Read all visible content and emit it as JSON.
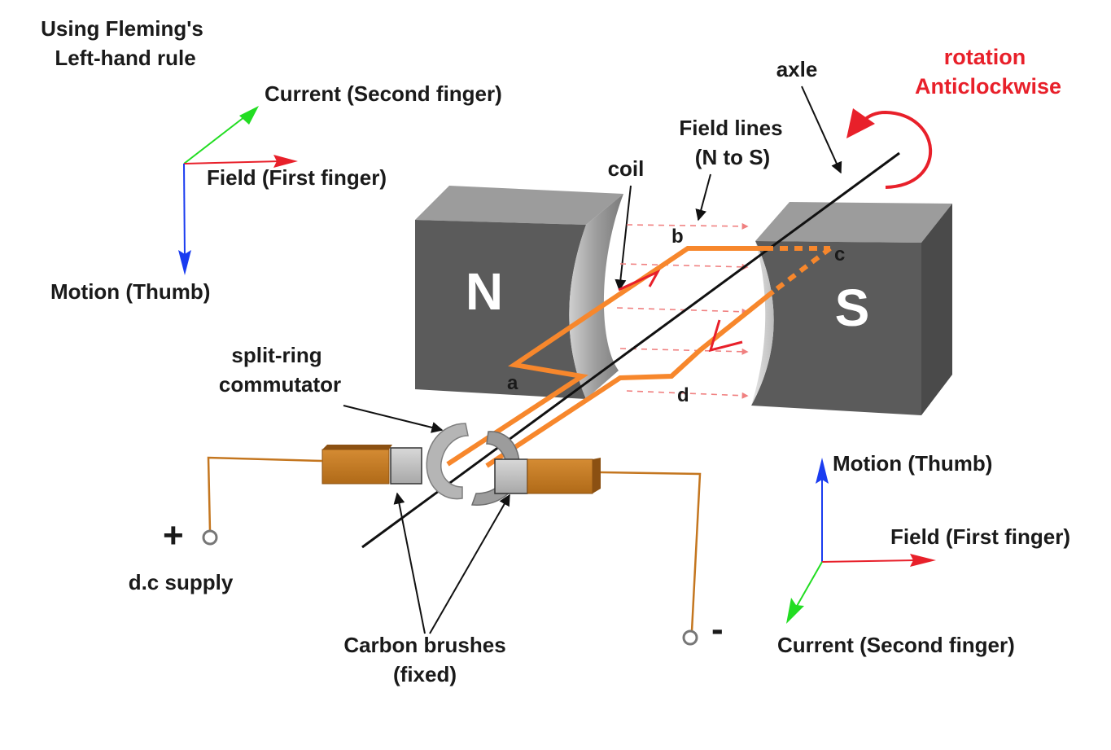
{
  "title": {
    "line1": "Using Fleming's",
    "line2": "Left-hand rule"
  },
  "axes_top_left": {
    "current": "Current (Second finger)",
    "field": "Field (First finger)",
    "motion": "Motion (Thumb)"
  },
  "axes_bottom_right": {
    "motion": "Motion (Thumb)",
    "field": "Field (First finger)",
    "current": "Current (Second finger)"
  },
  "rotation": {
    "line1": "rotation",
    "line2": "Anticlockwise"
  },
  "labels": {
    "axle": "axle",
    "field_lines_1": "Field lines",
    "field_lines_2": "(N to S)",
    "coil": "coil",
    "commutator_1": "split-ring",
    "commutator_2": "commutator",
    "brushes_1": "Carbon brushes",
    "brushes_2": "(fixed)",
    "supply": "d.c supply",
    "plus": "+",
    "minus": "-"
  },
  "magnets": {
    "north": "N",
    "south": "S"
  },
  "coil_points": {
    "a": "a",
    "b": "b",
    "c": "c",
    "d": "d"
  },
  "colors": {
    "current_arrow": "#22dd22",
    "field_arrow": "#e8202a",
    "motion_arrow": "#1a3cf0",
    "coil": "#f7872c",
    "magnet": "#5b5b5b",
    "rotation": "#e8202a",
    "brush_holder": "#c4761f"
  }
}
